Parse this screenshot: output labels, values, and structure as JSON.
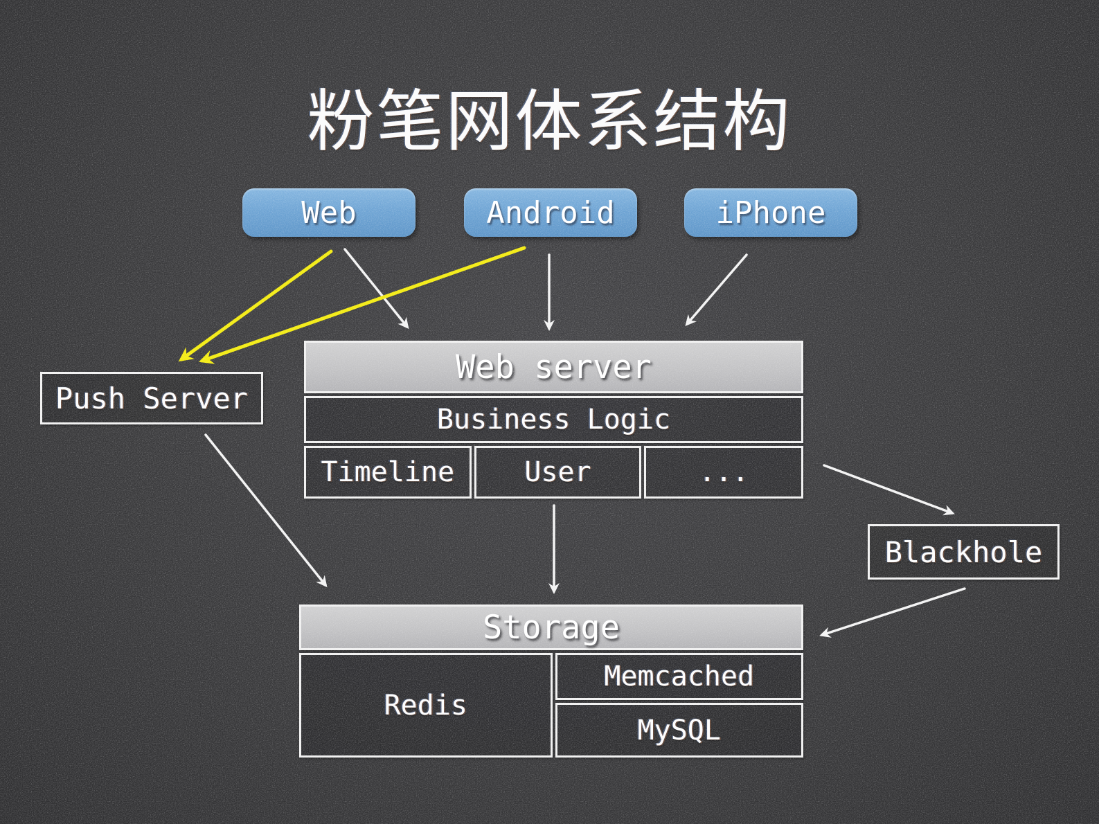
{
  "title": "粉笔网体系结构",
  "clients": [
    {
      "id": "web",
      "label": "Web"
    },
    {
      "id": "android",
      "label": "Android"
    },
    {
      "id": "iphone",
      "label": "iPhone"
    }
  ],
  "push_server": {
    "label": "Push Server"
  },
  "blackhole": {
    "label": "Blackhole"
  },
  "web_server": {
    "header": "Web server",
    "business": "Business Logic",
    "modules": [
      "Timeline",
      "User",
      "..."
    ]
  },
  "storage": {
    "header": "Storage",
    "redis": "Redis",
    "memcached": "Memcached",
    "mysql": "MySQL"
  },
  "arrows": [
    {
      "from": "web",
      "to": "web-server",
      "color": "white"
    },
    {
      "from": "web",
      "to": "push-server",
      "color": "yellow"
    },
    {
      "from": "android",
      "to": "web-server",
      "color": "white"
    },
    {
      "from": "android",
      "to": "push-server",
      "color": "yellow"
    },
    {
      "from": "iphone",
      "to": "web-server",
      "color": "white"
    },
    {
      "from": "push-server",
      "to": "storage",
      "color": "white"
    },
    {
      "from": "web-server",
      "to": "storage",
      "color": "white"
    },
    {
      "from": "web-server",
      "to": "blackhole",
      "color": "white"
    },
    {
      "from": "blackhole",
      "to": "storage",
      "color": "white"
    }
  ],
  "colors": {
    "background": "#39393b",
    "client_blue": "#6ea4d4",
    "header_gray": "#c2c2c4",
    "border_white": "#f0f0f0",
    "arrow_white": "#f3f3f3",
    "arrow_yellow": "#f3eb10"
  }
}
